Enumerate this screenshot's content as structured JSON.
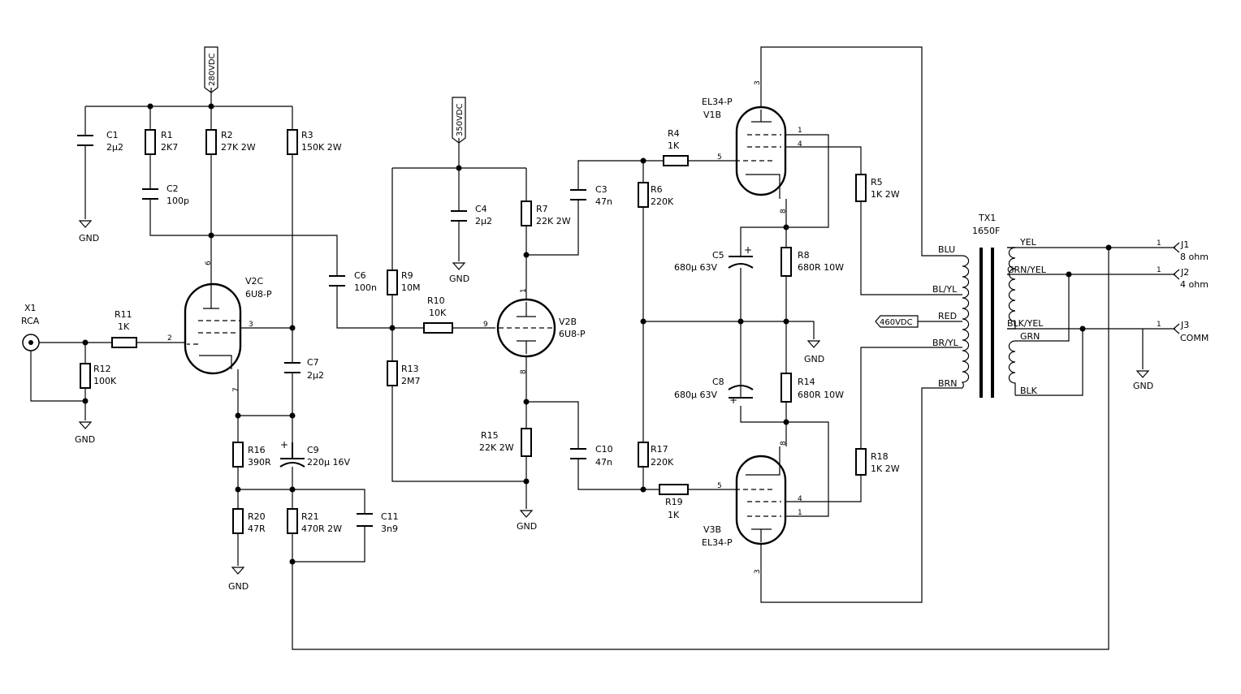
{
  "supplies": {
    "v280": "280VDC",
    "v350": "350VDC",
    "v460": "460VDC"
  },
  "gnd": "GND",
  "x1": {
    "ref": "X1",
    "value": "RCA"
  },
  "c1": {
    "ref": "C1",
    "value": "2µ2"
  },
  "r1": {
    "ref": "R1",
    "value": "2K7"
  },
  "r2": {
    "ref": "R2",
    "value": "27K 2W"
  },
  "r3": {
    "ref": "R3",
    "value": "150K 2W"
  },
  "c2": {
    "ref": "C2",
    "value": "100p"
  },
  "v2c": {
    "ref": "V2C",
    "value": "6U8-P",
    "pin_plate": "6",
    "pin_grid": "3",
    "pin_input": "2",
    "pin_cathode": "7"
  },
  "r11": {
    "ref": "R11",
    "value": "1K"
  },
  "r12": {
    "ref": "R12",
    "value": "100K"
  },
  "c6": {
    "ref": "C6",
    "value": "100n"
  },
  "c7": {
    "ref": "C7",
    "value": "2µ2"
  },
  "c9": {
    "ref": "C9",
    "value": "220µ 16V"
  },
  "r16": {
    "ref": "R16",
    "value": "390R"
  },
  "r20": {
    "ref": "R20",
    "value": "47R"
  },
  "r21": {
    "ref": "R21",
    "value": "470R 2W"
  },
  "c11": {
    "ref": "C11",
    "value": "3n9"
  },
  "c4": {
    "ref": "C4",
    "value": "2µ2"
  },
  "r7": {
    "ref": "R7",
    "value": "22K 2W"
  },
  "r9": {
    "ref": "R9",
    "value": "10M"
  },
  "r10": {
    "ref": "R10",
    "value": "10K"
  },
  "r13": {
    "ref": "R13",
    "value": "2M7"
  },
  "r15": {
    "ref": "R15",
    "value": "22K 2W"
  },
  "v2b": {
    "ref": "V2B",
    "value": "6U8-P",
    "pin_plate": "1",
    "pin_grid": "9",
    "pin_cathode": "8"
  },
  "c3": {
    "ref": "C3",
    "value": "47n"
  },
  "c10": {
    "ref": "C10",
    "value": "47n"
  },
  "r4": {
    "ref": "R4",
    "value": "1K"
  },
  "r19": {
    "ref": "R19",
    "value": "1K"
  },
  "r6": {
    "ref": "R6",
    "value": "220K"
  },
  "r17": {
    "ref": "R17",
    "value": "220K"
  },
  "v1b": {
    "ref": "V1B",
    "value": "EL34-P",
    "pin_plate": "3",
    "pin_g1": "5",
    "pin_g2": "4",
    "pin_g3": "1",
    "pin_k": "8"
  },
  "v3b": {
    "ref": "V3B",
    "value": "EL34-P",
    "pin_plate": "3",
    "pin_g1": "5",
    "pin_g2": "4",
    "pin_g3": "1",
    "pin_k": "8"
  },
  "c5": {
    "ref": "C5",
    "value": "680µ 63V"
  },
  "c8": {
    "ref": "C8",
    "value": "680µ 63V"
  },
  "r8": {
    "ref": "R8",
    "value": "680R 10W"
  },
  "r14": {
    "ref": "R14",
    "value": "680R 10W"
  },
  "r5": {
    "ref": "R5",
    "value": "1K 2W"
  },
  "r18": {
    "ref": "R18",
    "value": "1K 2W"
  },
  "tx1": {
    "ref": "TX1",
    "value": "1650F",
    "primary": [
      "BLU",
      "BL/YL",
      "RED",
      "BR/YL",
      "BRN"
    ],
    "secondary": [
      "YEL",
      "GRN/YEL",
      "BLK/YEL",
      "GRN",
      "BLK"
    ]
  },
  "j1": {
    "ref": "J1",
    "value": "8 ohm",
    "pin": "1"
  },
  "j2": {
    "ref": "J2",
    "value": "4 ohm",
    "pin": "1"
  },
  "j3": {
    "ref": "J3",
    "value": "COMM",
    "pin": "1"
  }
}
